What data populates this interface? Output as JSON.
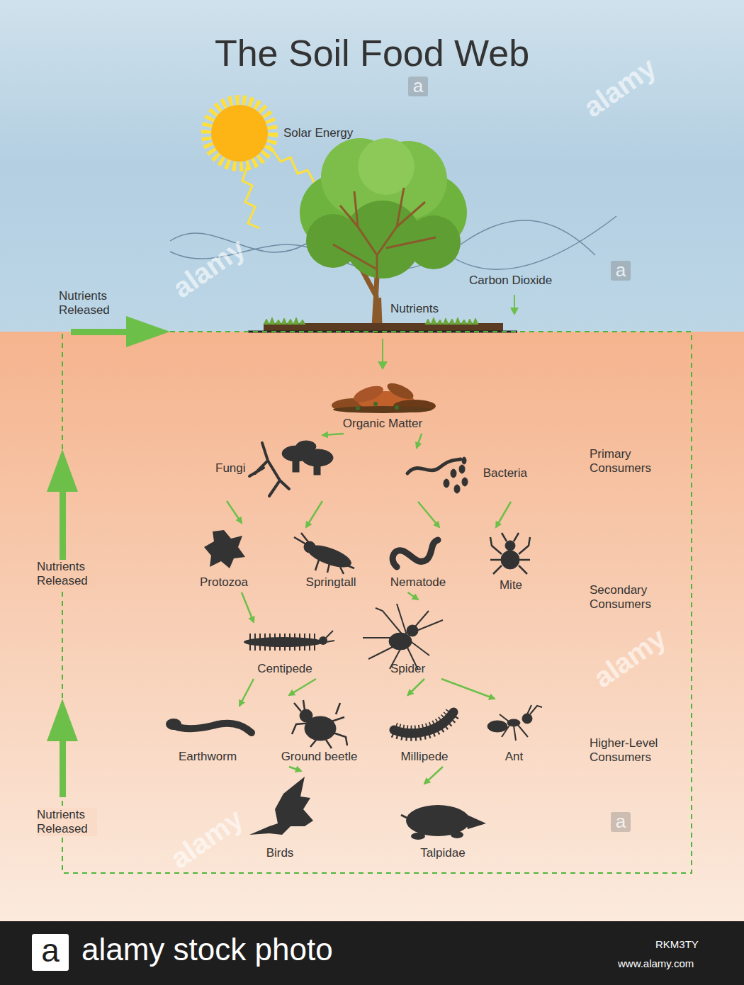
{
  "diagram": {
    "title": "The Soil Food Web",
    "nodes": [
      {
        "text": [
          "Organic Matter"
        ]
      },
      {
        "text": [
          "Fungi"
        ]
      },
      {
        "text": [
          "Bacteria"
        ]
      },
      {
        "text": [
          "Protozoa"
        ]
      },
      {
        "text": [
          "Springtall"
        ]
      },
      {
        "text": [
          "Nematode"
        ]
      },
      {
        "text": [
          "Mite"
        ]
      },
      {
        "text": [
          "Centipede"
        ]
      },
      {
        "text": [
          "Spider"
        ]
      },
      {
        "text": [
          "Earthworm"
        ]
      },
      {
        "text": [
          "Ground beetle"
        ]
      },
      {
        "text": [
          "Millipede"
        ]
      },
      {
        "text": [
          "Ant"
        ]
      },
      {
        "text": [
          "Birds"
        ]
      },
      {
        "text": [
          "Talpidae"
        ]
      }
    ],
    "edges": [
      {
        "from": 0,
        "to": 1,
        "arrow": "to"
      },
      {
        "from": 0,
        "to": 2,
        "arrow": "to"
      },
      {
        "from": 1,
        "to": 3,
        "arrow": "to"
      },
      {
        "from": 1,
        "to": 4,
        "arrow": "to"
      },
      {
        "from": 2,
        "to": 5,
        "arrow": "to"
      },
      {
        "from": 2,
        "to": 6,
        "arrow": "to"
      },
      {
        "from": 3,
        "to": 7,
        "arrow": "to"
      },
      {
        "from": 5,
        "to": 8,
        "arrow": "to"
      },
      {
        "from": 7,
        "to": 9,
        "arrow": "to"
      },
      {
        "from": 7,
        "to": 10,
        "arrow": "to"
      },
      {
        "from": 8,
        "to": 11,
        "arrow": "to"
      },
      {
        "from": 8,
        "to": 12,
        "arrow": "to"
      },
      {
        "from": 10,
        "to": 13,
        "arrow": "to"
      },
      {
        "from": 11,
        "to": 14,
        "arrow": "to"
      }
    ],
    "labels": [
      "Solar Energy",
      "Carbon Dioxide",
      "Nutrients",
      "Nutrients Released",
      "Nutrients Released",
      "Nutrients Released",
      "Primary Consumers",
      "Secondary Consumers",
      "Higher-Level Consumers",
      "alamy",
      "alamy",
      "alamy",
      "alamy",
      "a",
      "a",
      "a",
      "a",
      "alamy stock photo",
      "RKM3TY",
      "www.alamy.com"
    ]
  }
}
